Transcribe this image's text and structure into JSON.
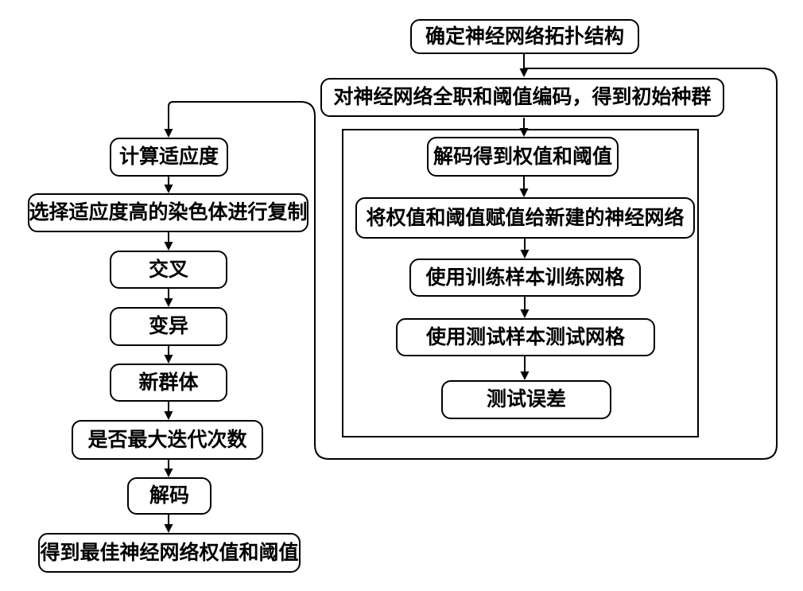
{
  "diagram": {
    "type": "flowchart",
    "language": "zh-CN",
    "colors": {
      "stroke": "#000000",
      "box_fill": "#ffffff",
      "text": "#000000"
    },
    "nodes": {
      "right": [
        {
          "id": "determine-topology",
          "label": "确定神经网络拓扑结构"
        },
        {
          "id": "encode-initial-population",
          "label": "对神经网络全职和阈值编码，得到初始种群"
        },
        {
          "id": "decode-weights-thresholds",
          "label": "解码得到权值和阈值"
        },
        {
          "id": "assign-weights-to-network",
          "label": "将权值和阈值赋值给新建的神经网络"
        },
        {
          "id": "train-with-samples",
          "label": "使用训练样本训练网格"
        },
        {
          "id": "test-with-samples",
          "label": "使用测试样本测试网格"
        },
        {
          "id": "test-error",
          "label": "测试误差"
        }
      ],
      "left": [
        {
          "id": "calc-fitness",
          "label": "计算适应度"
        },
        {
          "id": "select-chromosomes",
          "label": "选择适应度高的染色体进行复制"
        },
        {
          "id": "crossover",
          "label": "交叉"
        },
        {
          "id": "mutation",
          "label": "变异"
        },
        {
          "id": "new-population",
          "label": "新群体"
        },
        {
          "id": "max-iterations",
          "label": "是否最大迭代次数"
        },
        {
          "id": "decode",
          "label": "解码"
        },
        {
          "id": "best-weights",
          "label": "得到最佳神经网络权值和阈值"
        }
      ]
    }
  }
}
